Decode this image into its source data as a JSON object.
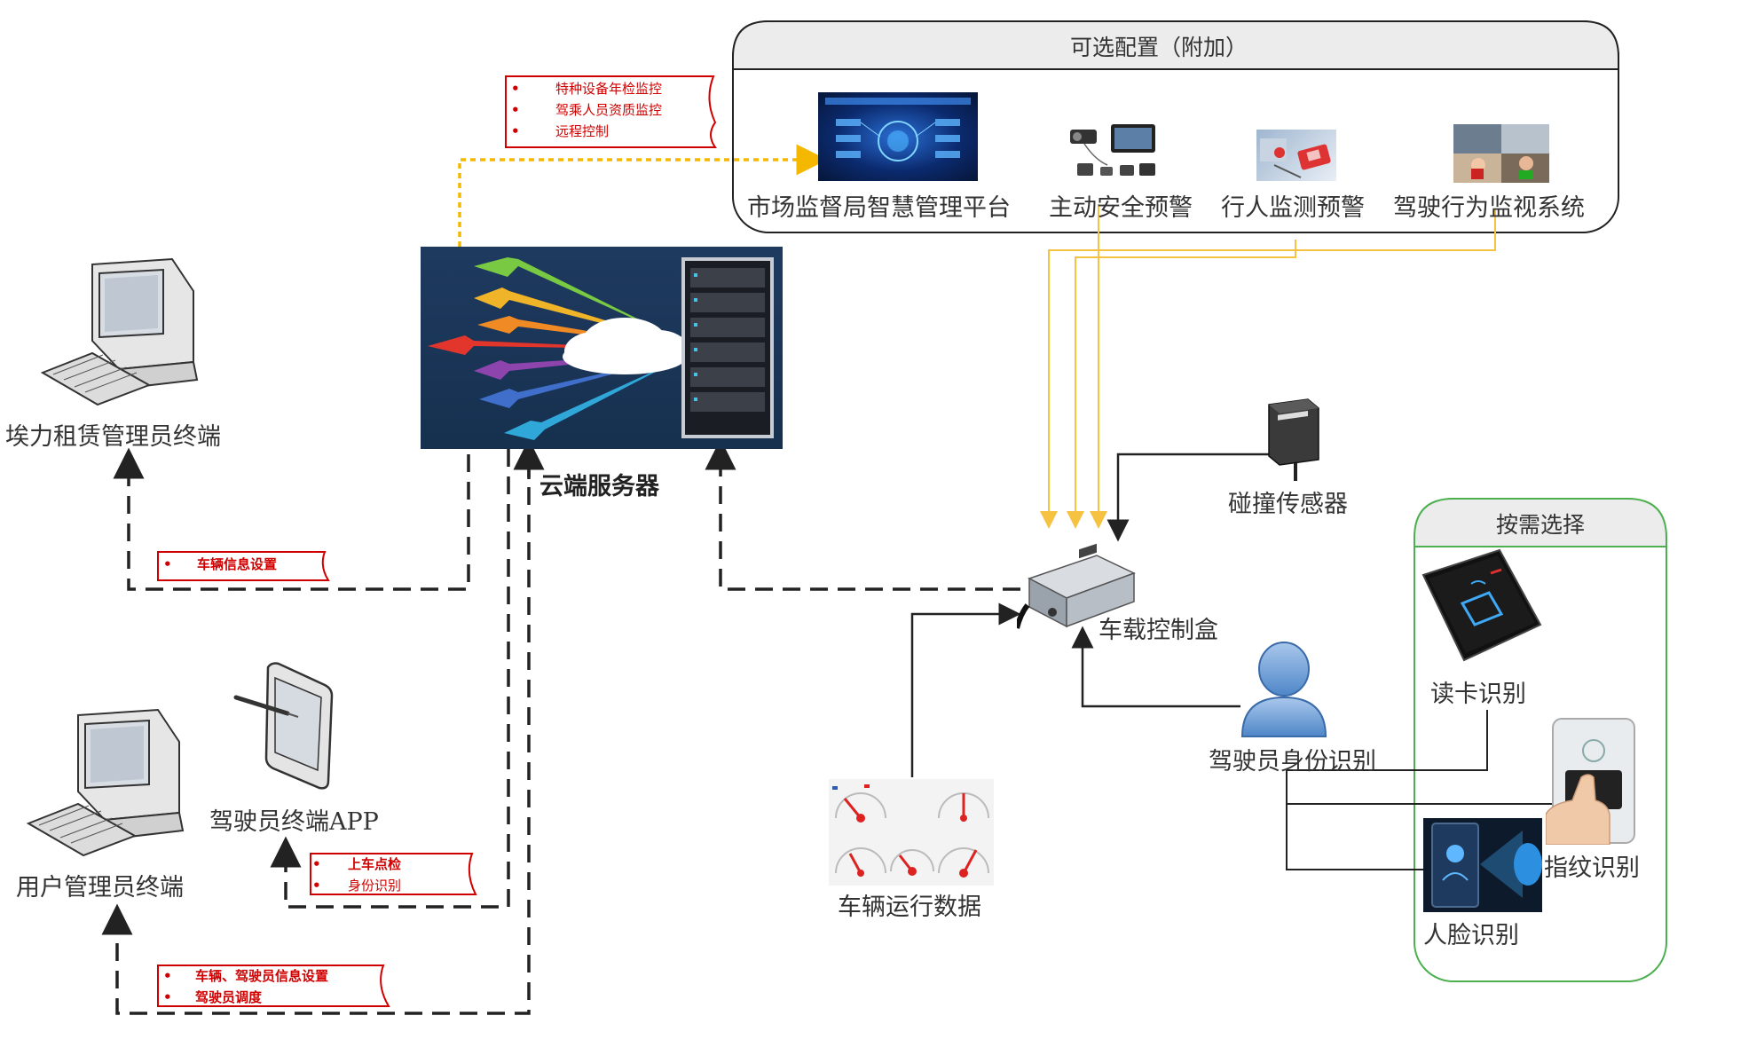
{
  "optional_panel": {
    "title": "可选配置（附加）",
    "items": [
      {
        "label": "市场监督局智慧管理平台",
        "icon": "platform-dashboard-icon"
      },
      {
        "label": "主动安全预警",
        "icon": "adas-devices-icon"
      },
      {
        "label": "行人监测预警",
        "icon": "pedestrian-camera-icon"
      },
      {
        "label": "驾驶行为监视系统",
        "icon": "driver-monitor-icon"
      }
    ]
  },
  "cloud": {
    "label": "云端服务器",
    "icon": "cloud-server-icon"
  },
  "terminals": {
    "rental_admin": {
      "label": "埃力租赁管理员终端",
      "icon": "desktop-computer-icon"
    },
    "driver_app": {
      "label": "驾驶员终端APP",
      "icon": "tablet-icon"
    },
    "user_admin": {
      "label": "用户管理员终端",
      "icon": "desktop-computer-icon"
    }
  },
  "callouts": {
    "platform": [
      "特种设备年检监控",
      "驾乘人员资质监控",
      "远程控制"
    ],
    "rental": [
      "车辆信息设置"
    ],
    "app": [
      "上车点检",
      "身份识别"
    ],
    "user": [
      "车辆、驾驶员信息设置",
      "驾驶员调度"
    ]
  },
  "devices": {
    "control_box": {
      "label": "车载控制盒",
      "icon": "control-box-icon"
    },
    "collision_sensor": {
      "label": "碰撞传感器",
      "icon": "sensor-icon"
    },
    "vehicle_data": {
      "label": "车辆运行数据",
      "icon": "gauge-icon"
    },
    "driver_id": {
      "label": "驾驶员身份识别",
      "icon": "user-icon"
    }
  },
  "select_panel": {
    "title": "按需选择",
    "items": [
      {
        "label": "读卡识别",
        "icon": "card-reader-icon"
      },
      {
        "label": "指纹识别",
        "icon": "fingerprint-icon"
      },
      {
        "label": "人脸识别",
        "icon": "face-recognition-icon"
      }
    ]
  },
  "colors": {
    "callout_text": "#d00000",
    "optional_link": "#f5c242",
    "dashed_link": "#222222",
    "select_border": "#4caf50"
  }
}
